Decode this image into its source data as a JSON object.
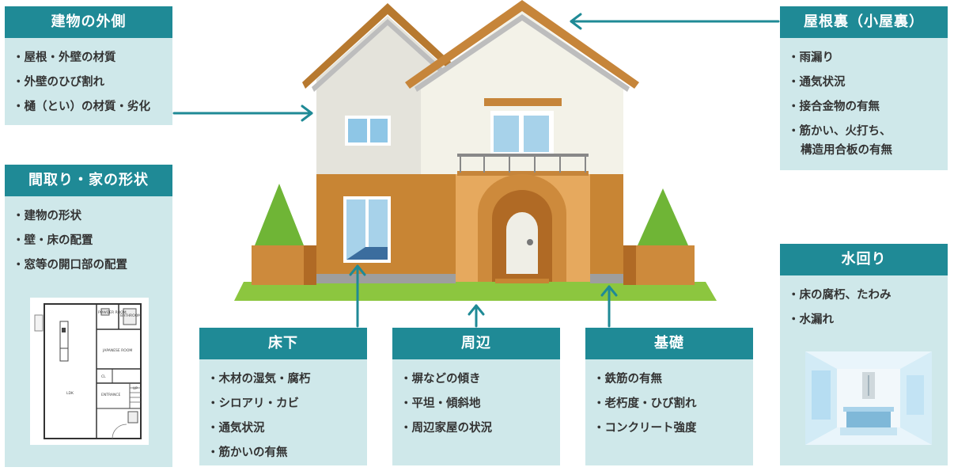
{
  "cards": {
    "exterior": {
      "title": "建物の外側",
      "items": [
        "屋根・外壁の材質",
        "外壁のひび割れ",
        "樋（とい）の材質・劣化"
      ]
    },
    "layout": {
      "title": "間取り・家の形状",
      "items": [
        "建物の形状",
        "壁・床の配置",
        "窓等の開口部の配置"
      ]
    },
    "attic": {
      "title": "屋根裏（小屋裏）",
      "items": [
        "雨漏り",
        "通気状況",
        "接合金物の有無",
        "筋かい、火打ち、",
        "構造用合板の有無"
      ]
    },
    "underfloor": {
      "title": "床下",
      "items": [
        "木材の湿気・腐朽",
        "シロアリ・カビ",
        "通気状況",
        "筋かいの有無"
      ]
    },
    "surroundings": {
      "title": "周辺",
      "items": [
        "塀などの傾き",
        "平坦・傾斜地",
        "周辺家屋の状況"
      ]
    },
    "foundation": {
      "title": "基礎",
      "items": [
        "鉄筋の有無",
        "老朽度・ひび割れ",
        "コンクリート強度"
      ]
    },
    "water": {
      "title": "水回り",
      "items": [
        "床の腐朽、たわみ",
        "水漏れ"
      ]
    }
  },
  "floorplan": {
    "rooms": [
      "POWDER ROOM",
      "BATHROOM",
      "JAPANESE ROOM",
      "CL",
      "LDK",
      "ENTRANCE",
      "UP"
    ]
  },
  "colors": {
    "header": "#1f8a96",
    "card_bg": "#cfe8ea",
    "arrow": "#1f8a96"
  }
}
